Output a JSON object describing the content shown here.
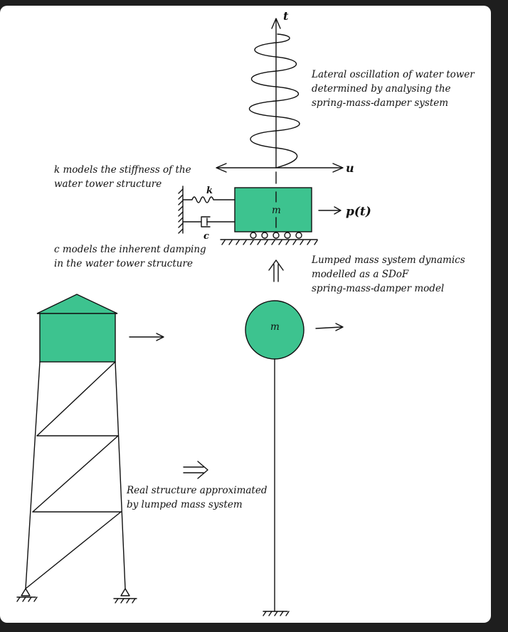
{
  "colors": {
    "mass_fill": "#3dc38f",
    "background": "#ffffff",
    "outer": "#1e1e1e"
  },
  "axes": {
    "t_label": "t",
    "u_label": "u"
  },
  "labels": {
    "oscillation": [
      "Lateral oscillation of water tower",
      "determined by analysing the",
      "spring-mass-damper system"
    ],
    "stiffness": [
      "k models the stiffness of the",
      "water tower structure"
    ],
    "damping": [
      "c models the inherent damping",
      "in the water tower structure"
    ],
    "sdof": [
      "Lumped mass system dynamics",
      "modelled as a SDoF",
      "spring-mass-damper model"
    ],
    "approx": [
      "Real structure approximated",
      "by lumped mass system"
    ]
  },
  "symbols": {
    "k": "k",
    "c": "c",
    "mass_block": "m",
    "mass_circle": "m",
    "force": "p(t)"
  }
}
